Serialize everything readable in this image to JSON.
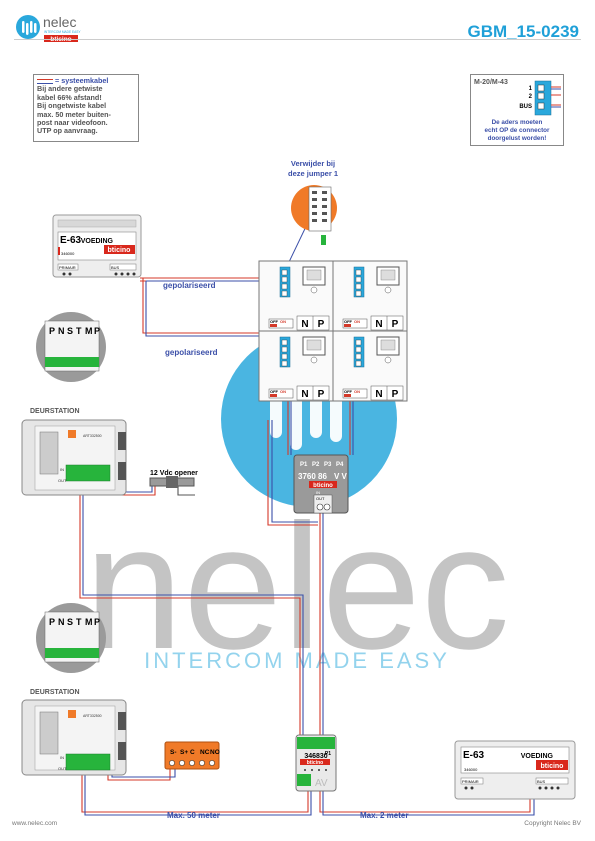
{
  "header": {
    "brand": "nelec",
    "brand_tagline": "INTERCOM MADE EASY",
    "sub_brand": "bticino",
    "doc_code": "GBM_15-0239"
  },
  "legend": {
    "title": "= systeemkabel",
    "lines": [
      "Bij andere getwiste",
      "kabel 66% afstand!",
      "Bij ongetwiste kabel",
      "max. 50 meter buiten-",
      "post naar videofoon.",
      "UTP op aanvraag."
    ]
  },
  "connector_note": {
    "model": "M-20/M-43",
    "terminal_1": "1",
    "terminal_2": "2",
    "terminal_bus": "BUS",
    "lines": [
      "De aders moeten",
      "echt OP de connector",
      "doorgelust worden!"
    ]
  },
  "jumper_note": [
    "Verwijder bij",
    "deze jumper 1"
  ],
  "power_top": {
    "model": "E-63",
    "label": "VOEDING",
    "code": "346000",
    "primair": "PRIMAIR",
    "bus": "BUS",
    "brand": "bticino"
  },
  "power_bottom": {
    "model": "E-63",
    "label": "VOEDING",
    "code": "346000",
    "primair": "PRIMAIR",
    "bus": "BUS",
    "brand": "bticino"
  },
  "cable_labels": {
    "polarized_1": "gepolariseerd",
    "polarized_2": "gepolariseerd",
    "opener": "12 Vdc opener",
    "max_50": "Max. 50 meter",
    "max_2": "Max. 2 meter"
  },
  "door_station_1": {
    "label": "DEURSTATION",
    "code": "ART332500",
    "in": "IN",
    "out": "OUT"
  },
  "door_station_2": {
    "label": "DEURSTATION",
    "code": "ART332500",
    "in": "IN",
    "out": "OUT"
  },
  "dip_labels": [
    "P",
    "N",
    "S",
    "T",
    "M",
    "P"
  ],
  "monitor_panel": {
    "switch_off": "OFF",
    "switch_on": "ON",
    "n": "N",
    "p": "P"
  },
  "distributor": {
    "ports": [
      "P1",
      "P2",
      "P3",
      "P4"
    ],
    "code": "3760 86",
    "vv": "V V",
    "brand": "bticino",
    "in": "IN",
    "out": "OUT"
  },
  "interface": {
    "p1": "P1",
    "code": "346830",
    "brand": "bticino",
    "av": "AV"
  },
  "relay": {
    "terminals": [
      "S-",
      "S+",
      "C",
      "NC",
      "NO"
    ]
  },
  "footer": {
    "website": "www.nelec.com",
    "copyright": "Copyright Nelec BV"
  },
  "colors": {
    "brand_blue": "#1fa0d8",
    "cable_red": "#d43a2a",
    "cable_blue": "#3b4fa8",
    "terminal_green": "#27b43c",
    "relay_orange": "#f07a28",
    "panel_gray": "#f2f2f2"
  }
}
